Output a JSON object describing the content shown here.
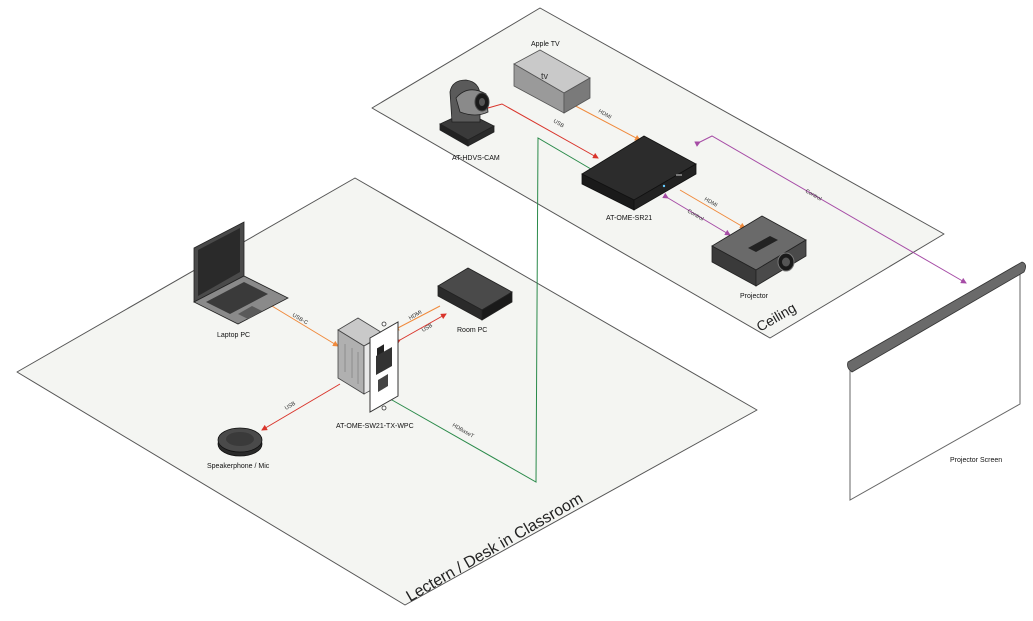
{
  "zones": {
    "ceiling": "Ceiling",
    "lectern": "Lectern / Desk in Classroom"
  },
  "devices": {
    "apple_tv": "Apple TV",
    "camera": "AT-HDVS-CAM",
    "receiver": "AT-OME-SR21",
    "projector": "Projector",
    "laptop": "Laptop PC",
    "room_pc": "Room PC",
    "wallplate": "AT-OME-SW21-TX-WPC",
    "speakerphone": "Speakerphone / Mic",
    "screen": "Projector Screen"
  },
  "connections": {
    "usb_cam": "USB",
    "hdmi_appletv": "HDMI",
    "hdmi_projector": "HDMI",
    "control_projector": "Control",
    "control_screen": "Control",
    "usbc_laptop": "USB-C",
    "hdmi_roompc": "HDMI",
    "usb_roompc": "USB",
    "usb_speaker": "USB",
    "hdbaset": "HDBaseT"
  },
  "colors": {
    "usb": "#d9342b",
    "hdmi": "#f08a3c",
    "control": "#a64ca6",
    "hdbaset": "#2a8a4a",
    "zone_fill": "#f4f5f2",
    "zone_stroke": "#555555"
  }
}
